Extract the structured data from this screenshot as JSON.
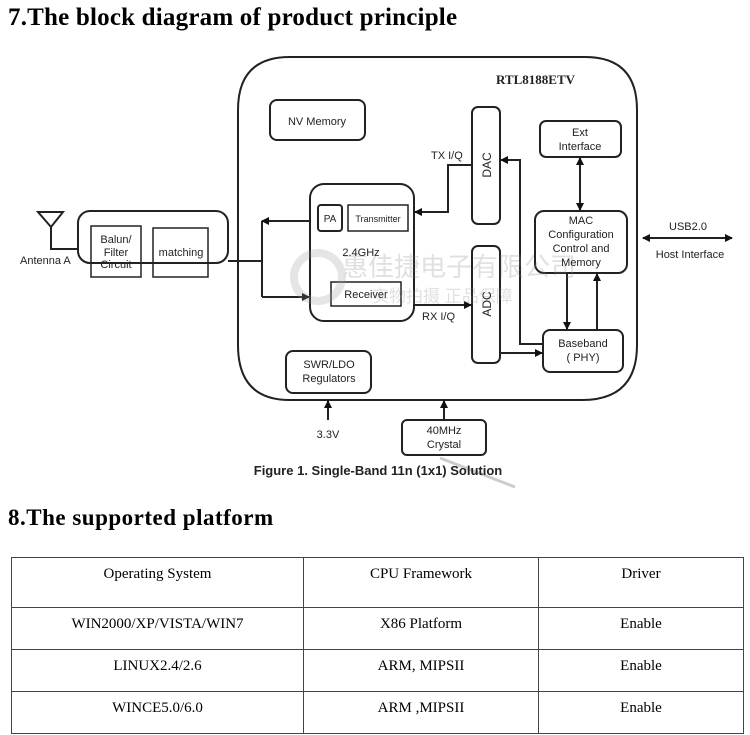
{
  "section7": {
    "title": "7.The block diagram of product principle"
  },
  "diagram": {
    "chip_label": "RTL8188ETV",
    "nv_memory": "NV Memory",
    "dac": "DAC",
    "adc": "ADC",
    "ext_interface": [
      "Ext",
      "Interface"
    ],
    "mac": [
      "MAC",
      "Configuration",
      "Control and",
      "Memory"
    ],
    "baseband": [
      "Baseband",
      "( PHY)"
    ],
    "pa": "PA",
    "transmitter": "Transmitter",
    "receiver": "Receiver",
    "rf_freq": "2.4GHz",
    "tx_iq": "TX I/Q",
    "rx_iq": "RX I/Q",
    "balun": [
      "Balun/",
      "Filter",
      "Circuit"
    ],
    "matching": "matching",
    "antenna": "Antenna A",
    "usb": "USB2.0",
    "host_interface": "Host Interface",
    "regulators": [
      "SWR/LDO",
      "Regulators"
    ],
    "voltage": "3.3V",
    "crystal": [
      "40MHz",
      "Crystal"
    ],
    "caption": "Figure 1. Single-Band 11n (1x1) Solution",
    "watermark": [
      "惠佳捷电子有限公司",
      "实物拍摄 正品保障"
    ]
  },
  "section8": {
    "title": "8.The supported platform"
  },
  "platform_table": {
    "headers": [
      "Operating System",
      "CPU Framework",
      "Driver"
    ],
    "rows": [
      [
        "WIN2000/XP/VISTA/WIN7",
        "X86 Platform",
        "Enable"
      ],
      [
        "LINUX2.4/2.6",
        "ARM, MIPSII",
        "Enable"
      ],
      [
        "WINCE5.0/6.0",
        "ARM ,MIPSII",
        "Enable"
      ]
    ]
  }
}
